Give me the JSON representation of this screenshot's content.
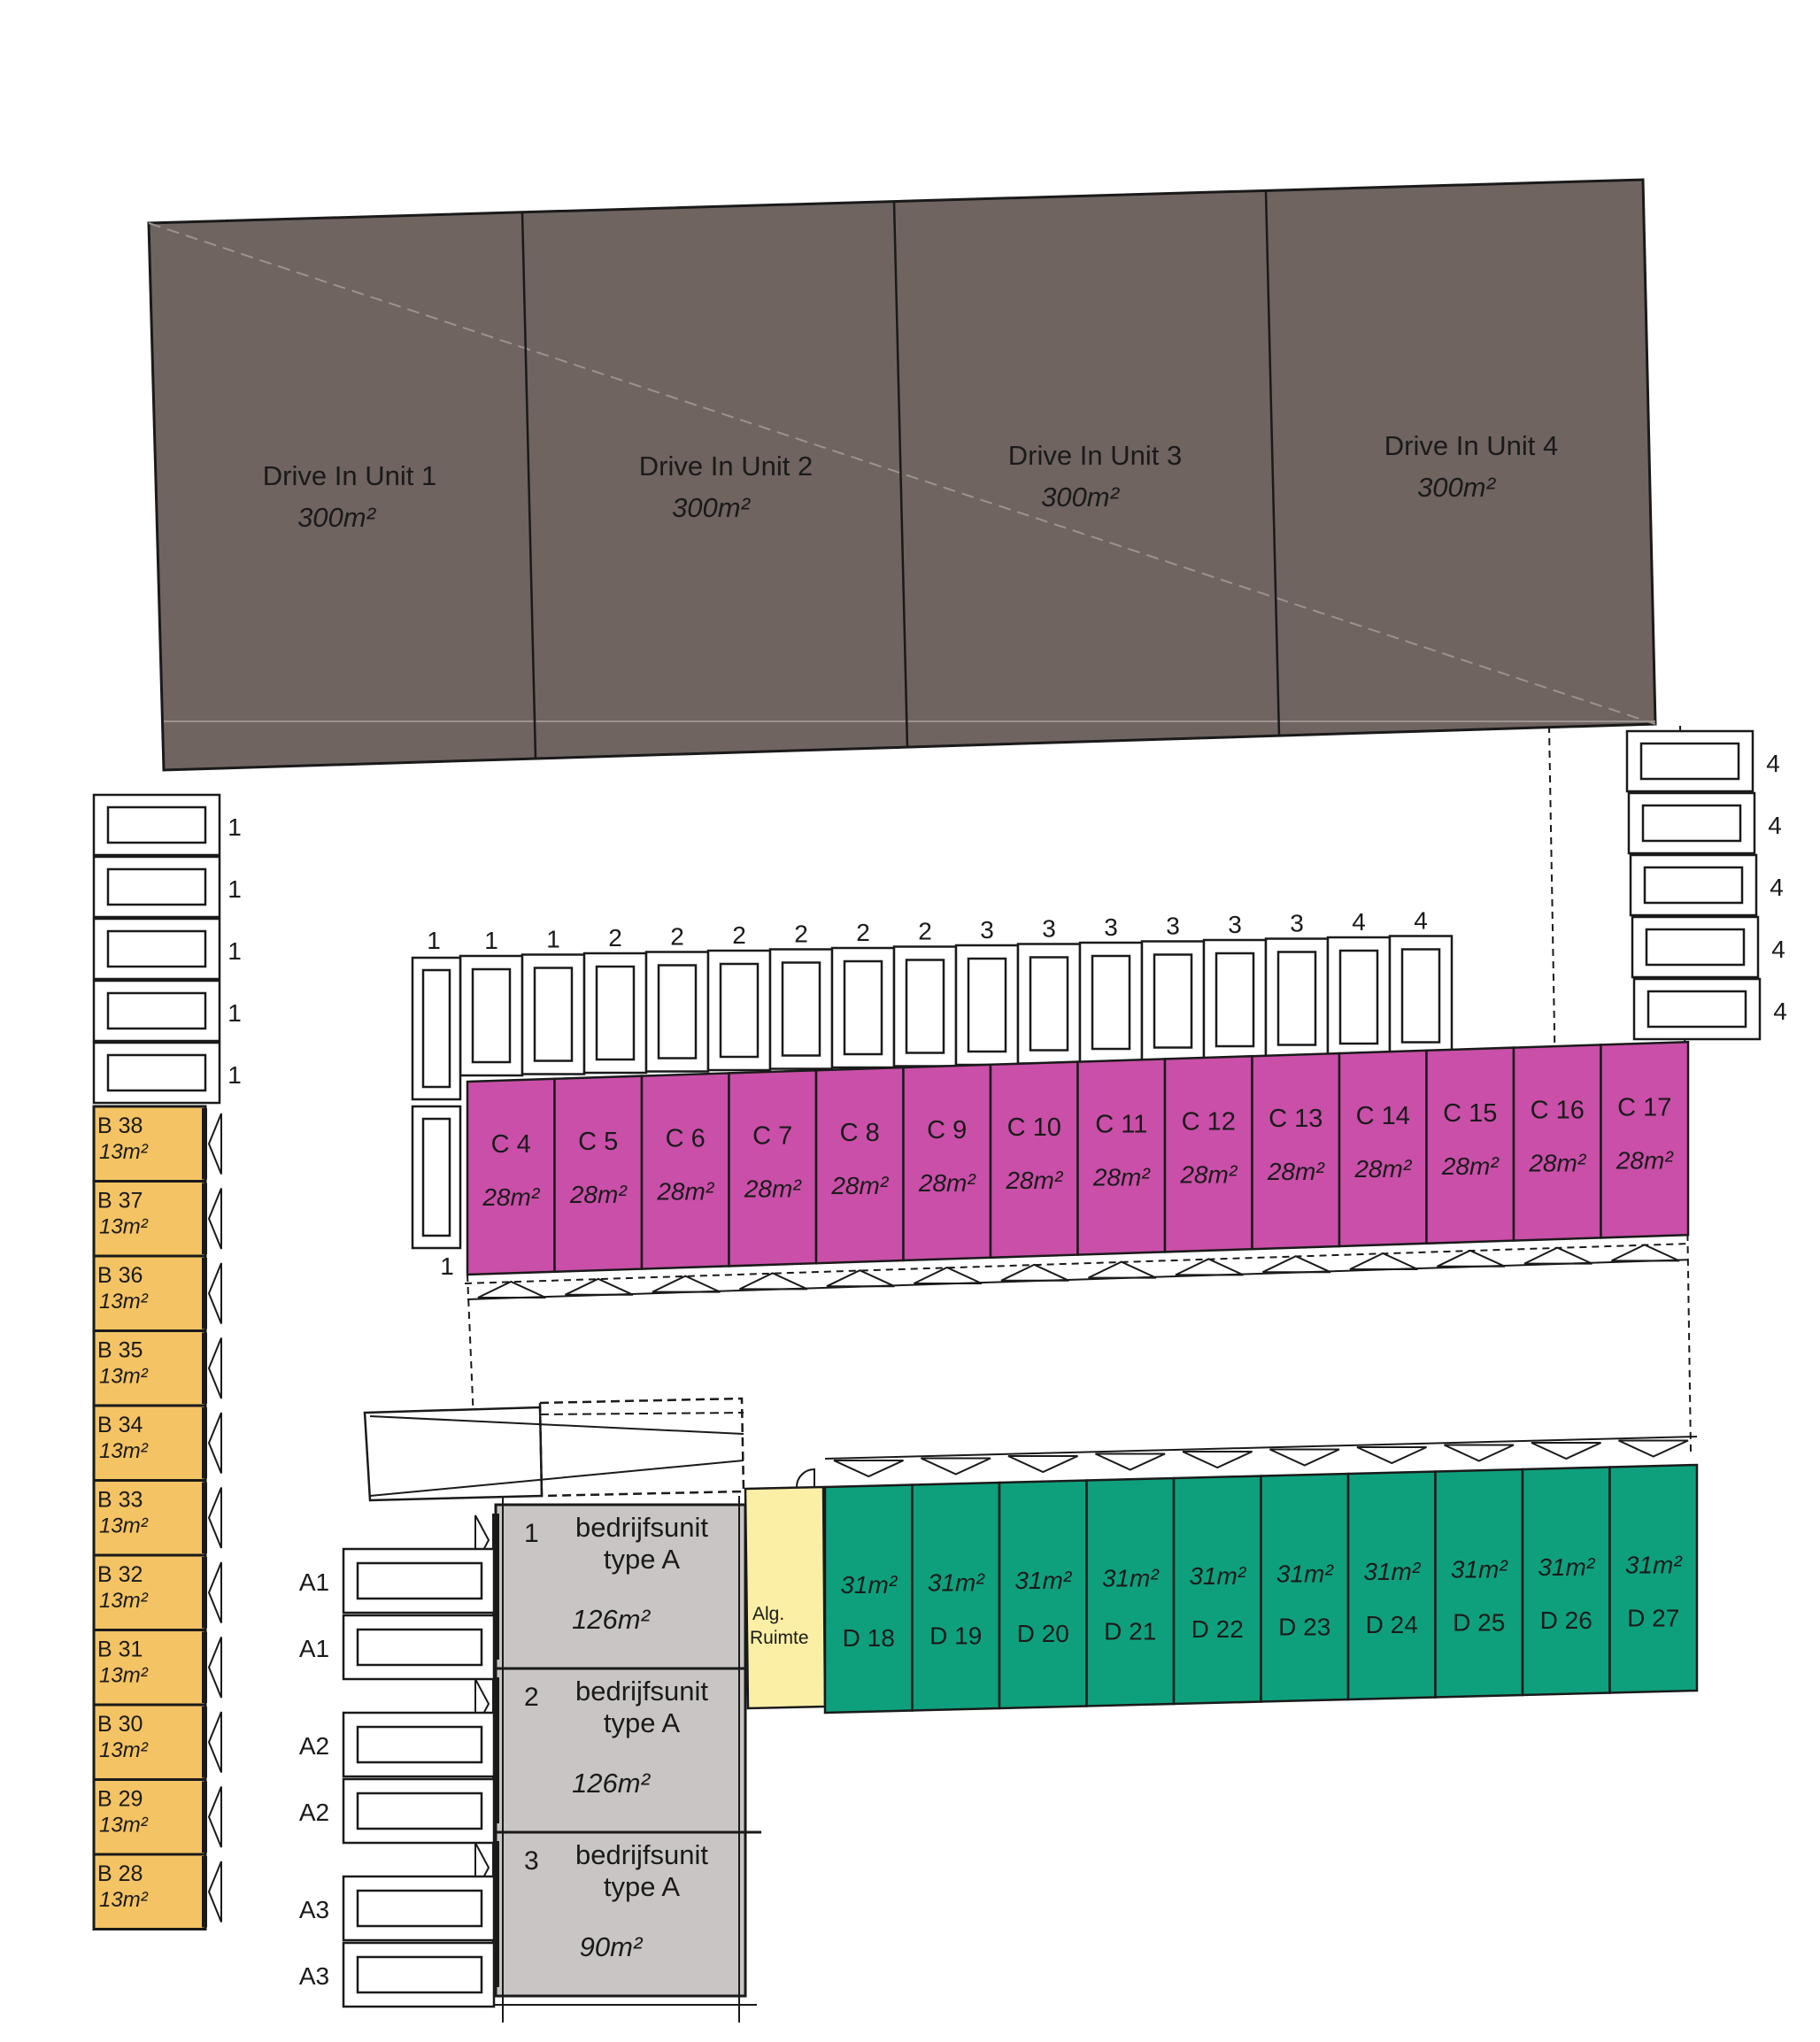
{
  "colors": {
    "drive_in": "#6f6460",
    "storage_b": "#f4c363",
    "storage_c": "#c94fa8",
    "storage_d": "#0ea07c",
    "unit_a": "#c8c5c4",
    "common_room": "#fbefa6",
    "outline": "#1a1a1a"
  },
  "drive_in_units": [
    {
      "name": "Drive In Unit 1",
      "area": "300m²"
    },
    {
      "name": "Drive In Unit 2",
      "area": "300m²"
    },
    {
      "name": "Drive In Unit 3",
      "area": "300m²"
    },
    {
      "name": "Drive In Unit 4",
      "area": "300m²"
    }
  ],
  "units_c": [
    {
      "name": "C 4",
      "area": "28m²"
    },
    {
      "name": "C 5",
      "area": "28m²"
    },
    {
      "name": "C 6",
      "area": "28m²"
    },
    {
      "name": "C 7",
      "area": "28m²"
    },
    {
      "name": "C 8",
      "area": "28m²"
    },
    {
      "name": "C 9",
      "area": "28m²"
    },
    {
      "name": "C 10",
      "area": "28m²"
    },
    {
      "name": "C 11",
      "area": "28m²"
    },
    {
      "name": "C 12",
      "area": "28m²"
    },
    {
      "name": "C 13",
      "area": "28m²"
    },
    {
      "name": "C 14",
      "area": "28m²"
    },
    {
      "name": "C 15",
      "area": "28m²"
    },
    {
      "name": "C 16",
      "area": "28m²"
    },
    {
      "name": "C 17",
      "area": "28m²"
    }
  ],
  "units_d": [
    {
      "name": "D 18",
      "area": "31m²"
    },
    {
      "name": "D 19",
      "area": "31m²"
    },
    {
      "name": "D 20",
      "area": "31m²"
    },
    {
      "name": "D 21",
      "area": "31m²"
    },
    {
      "name": "D 22",
      "area": "31m²"
    },
    {
      "name": "D 23",
      "area": "31m²"
    },
    {
      "name": "D 24",
      "area": "31m²"
    },
    {
      "name": "D 25",
      "area": "31m²"
    },
    {
      "name": "D 26",
      "area": "31m²"
    },
    {
      "name": "D 27",
      "area": "31m²"
    }
  ],
  "units_b": [
    {
      "name": "B 38",
      "area": "13m²"
    },
    {
      "name": "B 37",
      "area": "13m²"
    },
    {
      "name": "B 36",
      "area": "13m²"
    },
    {
      "name": "B 35",
      "area": "13m²"
    },
    {
      "name": "B 34",
      "area": "13m²"
    },
    {
      "name": "B 33",
      "area": "13m²"
    },
    {
      "name": "B 32",
      "area": "13m²"
    },
    {
      "name": "B 31",
      "area": "13m²"
    },
    {
      "name": "B 30",
      "area": "13m²"
    },
    {
      "name": "B 29",
      "area": "13m²"
    },
    {
      "name": "B 28",
      "area": "13m²"
    }
  ],
  "units_a": [
    {
      "number": "1",
      "title": "bedrijfsunit",
      "type": "type A",
      "area": "126m²"
    },
    {
      "number": "2",
      "title": "bedrijfsunit",
      "type": "type A",
      "area": "126m²"
    },
    {
      "number": "3",
      "title": "bedrijfsunit",
      "type": "type A",
      "area": "90m²"
    }
  ],
  "common_room": {
    "line1": "Alg.",
    "line2": "Ruimte"
  },
  "parking": {
    "top_row_labels": [
      "1",
      "1",
      "2",
      "2",
      "2",
      "2",
      "2",
      "2",
      "3",
      "3",
      "3",
      "3",
      "3",
      "3",
      "4",
      "4"
    ],
    "left_column_labels": [
      "1",
      "1",
      "1",
      "1",
      "1"
    ],
    "left_lower_label": "1",
    "right_column_labels": [
      "4",
      "4",
      "4",
      "4",
      "4"
    ],
    "a_labels": [
      "A1",
      "A1",
      "A2",
      "A2",
      "A3",
      "A3"
    ]
  }
}
